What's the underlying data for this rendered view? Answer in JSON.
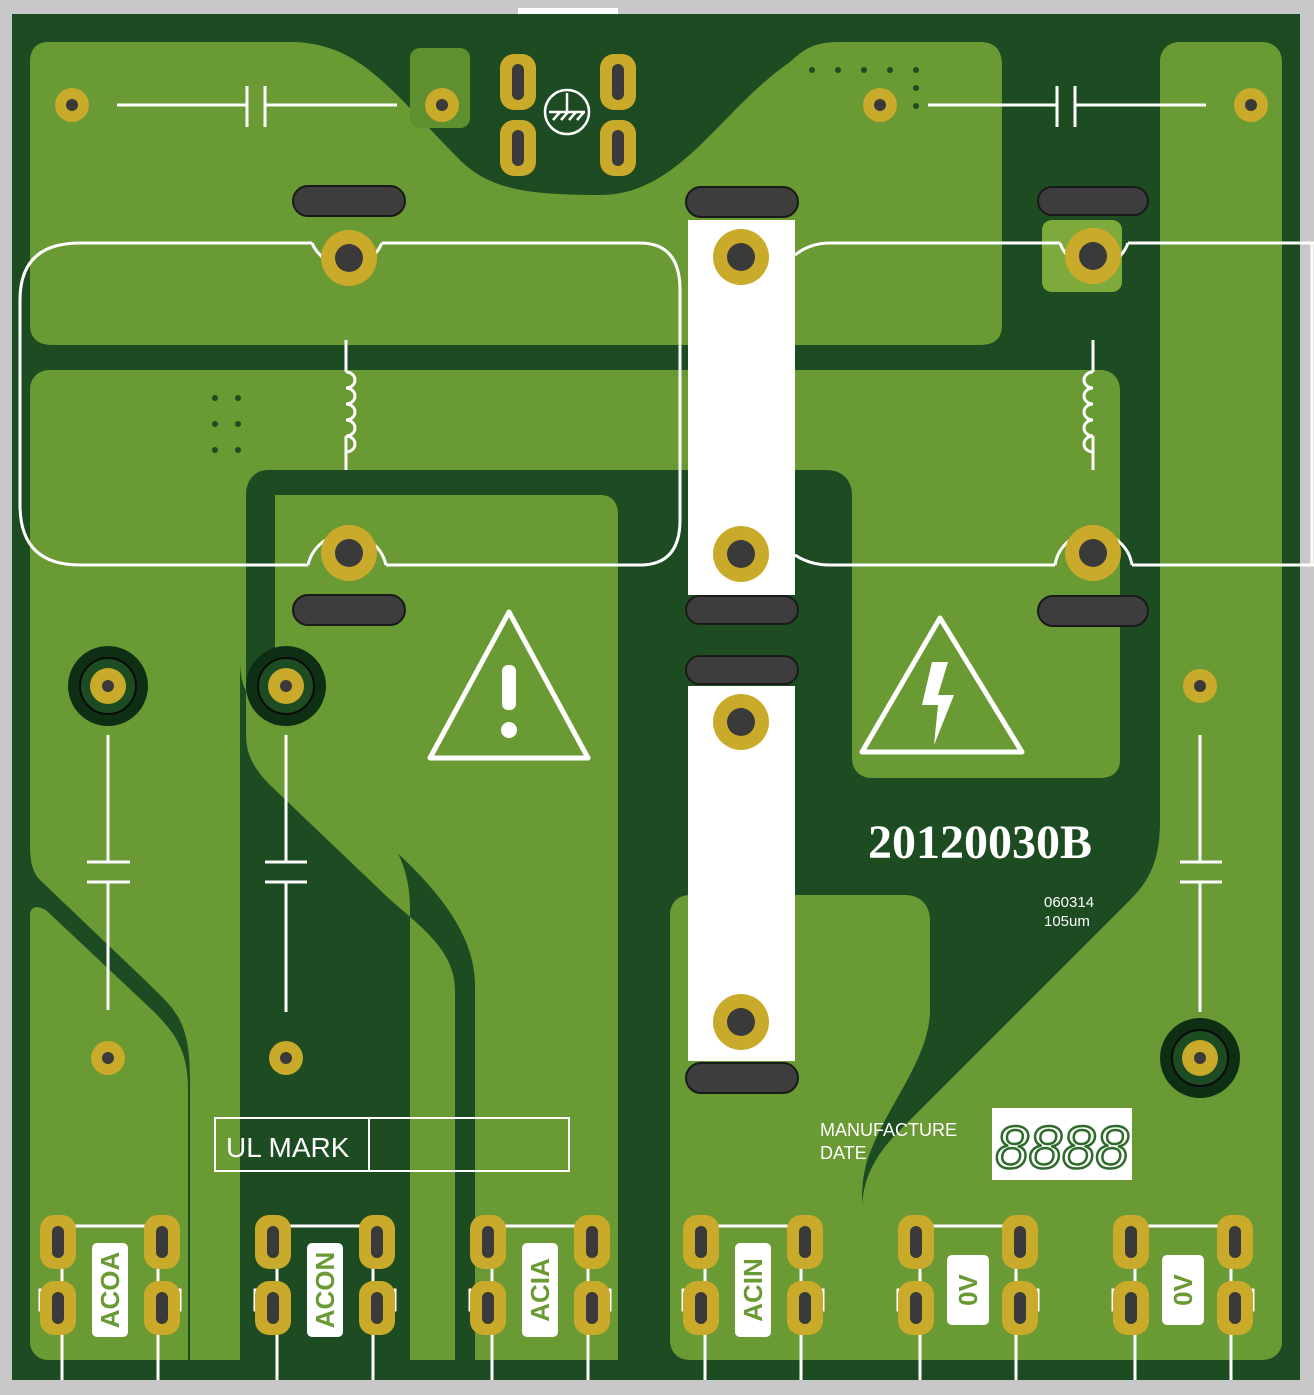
{
  "colors": {
    "board_edge": "#c8c8c8",
    "substrate": "#1d4b22",
    "copper": "#6a9a34",
    "copper_light": "#7eaa3c",
    "pad_gold": "#c9aa2a",
    "drill": "#3a3a3a",
    "silkscreen": "#ffffff"
  },
  "silkscreen": {
    "part_number": "20120030B",
    "date_code": "060314",
    "copper_weight": "105um",
    "ul_mark": "UL MARK",
    "manufacture_line1": "MANUFACTURE",
    "manufacture_line2": "DATE",
    "date_digits": "8888"
  },
  "connectors": [
    {
      "label": "ACOA"
    },
    {
      "label": "ACON"
    },
    {
      "label": "ACIA"
    },
    {
      "label": "ACIN"
    },
    {
      "label": "0V"
    },
    {
      "label": "0V"
    }
  ],
  "icons": {
    "warning": "exclamation-warning-icon",
    "high_voltage": "high-voltage-icon",
    "ground": "protective-earth-icon",
    "capacitor": "capacitor-symbol-icon",
    "inductor": "inductor-symbol-icon"
  }
}
